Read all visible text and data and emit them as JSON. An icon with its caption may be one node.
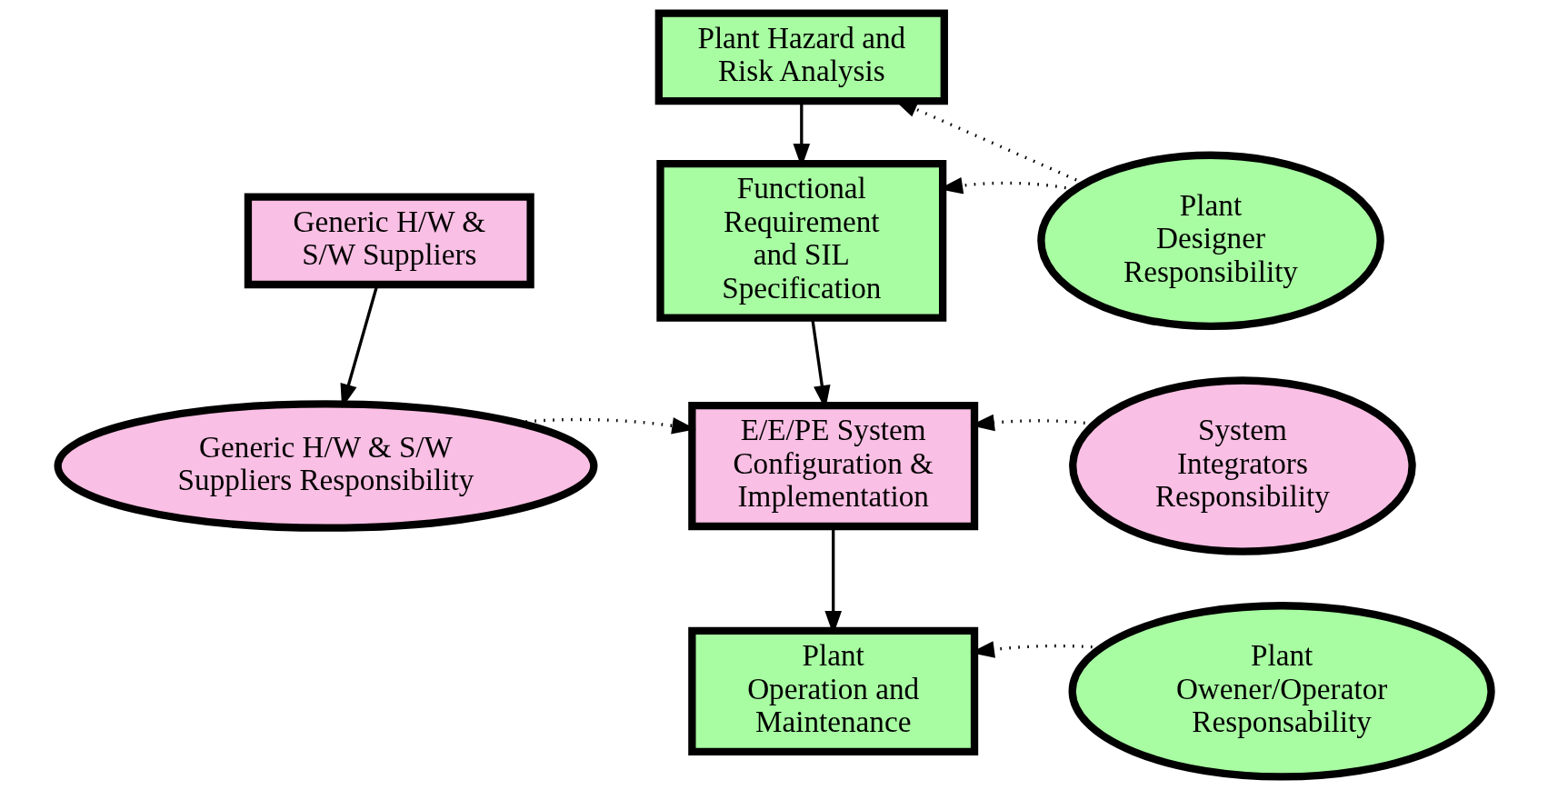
{
  "diagram": {
    "nodes": [
      {
        "text": [
          "Plant Hazard and Risk Analysis"
        ]
      },
      {
        "text": [
          "Generic H/W & S/W Suppliers"
        ]
      },
      {
        "text": [
          "Functional Requirement and SIL Specification"
        ]
      },
      {
        "text": [
          "Plant Designer Responsibility"
        ]
      },
      {
        "text": [
          "Generic H/W & S/W Suppliers Responsibility"
        ]
      },
      {
        "text": [
          "E/E/PE System Configuration & Implementation"
        ]
      },
      {
        "text": [
          "System Integrators Responsibility"
        ]
      },
      {
        "text": [
          "Plant Operation and Maintenance"
        ]
      },
      {
        "text": [
          "Plant Owener/Operator Responsability"
        ]
      }
    ],
    "edges": [
      {
        "from": 0,
        "to": 2,
        "arrow": "to"
      },
      {
        "from": 2,
        "to": 5,
        "arrow": "to"
      },
      {
        "from": 5,
        "to": 7,
        "arrow": "to"
      },
      {
        "from": 1,
        "to": 4,
        "arrow": "to"
      },
      {
        "from": 3,
        "to": 0,
        "arrow": "to",
        "style": "dashed"
      },
      {
        "from": 3,
        "to": 2,
        "arrow": "to",
        "style": "dashed"
      },
      {
        "from": 4,
        "to": 5,
        "arrow": "to",
        "style": "dashed"
      },
      {
        "from": 6,
        "to": 5,
        "arrow": "to",
        "style": "dashed"
      },
      {
        "from": 8,
        "to": 7,
        "arrow": "to",
        "style": "dashed"
      }
    ]
  }
}
